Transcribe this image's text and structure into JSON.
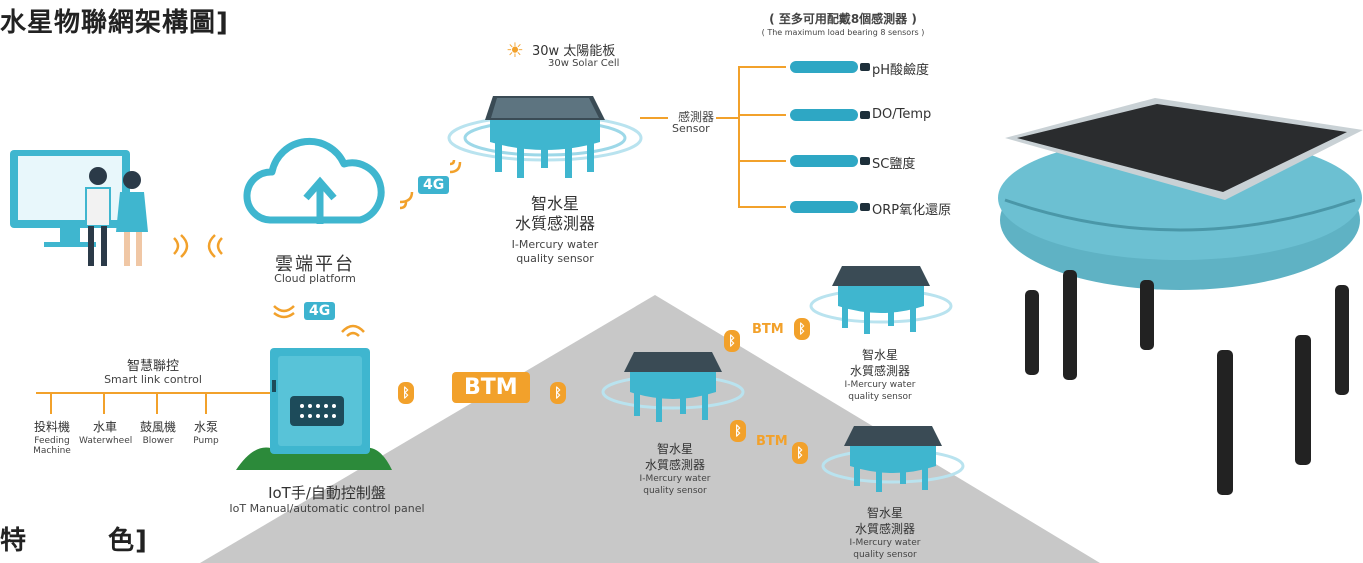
{
  "title_top": "水星物聯網架構圖]",
  "title_bottom": "特　　　色]",
  "cloud": {
    "zh": "雲端平台",
    "en": "Cloud platform"
  },
  "badge_4g": "4G",
  "solar": {
    "zh": "30w 太陽能板",
    "en": "30w Solar Cell"
  },
  "sensor_label": {
    "zh": "感測器",
    "en": "Sensor"
  },
  "max_sensors": {
    "zh": "( 至多可用配戴8個感測器 )",
    "en": "( The maximum load bearing 8 sensors )"
  },
  "sensors": [
    "pH酸鹼度",
    "DO/Temp",
    "SC鹽度",
    "ORP氧化還原"
  ],
  "main_device": {
    "zh1": "智水星",
    "zh2": "水質感測器",
    "en1": "I-Mercury water",
    "en2": "quality sensor"
  },
  "smart_link": {
    "zh": "智慧聯控",
    "en": "Smart link control"
  },
  "controls": [
    {
      "zh": "投料機",
      "en": "Feeding Machine"
    },
    {
      "zh": "水車",
      "en": "Waterwheel"
    },
    {
      "zh": "鼓風機",
      "en": "Blower"
    },
    {
      "zh": "水泵",
      "en": "Pump"
    }
  ],
  "panel": {
    "zh": "IoT手/自動控制盤",
    "en": "IoT Manual/automatic control panel"
  },
  "btm": "BTM",
  "bt_symbol": "ᛒ",
  "mesh_device": {
    "zh1": "智水星",
    "zh2": "水質感測器",
    "en1": "I-Mercury water",
    "en2": "quality sensor"
  },
  "colors": {
    "accent": "#2ea7c4",
    "orange": "#f2a12b",
    "gray": "#c8c8c8"
  }
}
